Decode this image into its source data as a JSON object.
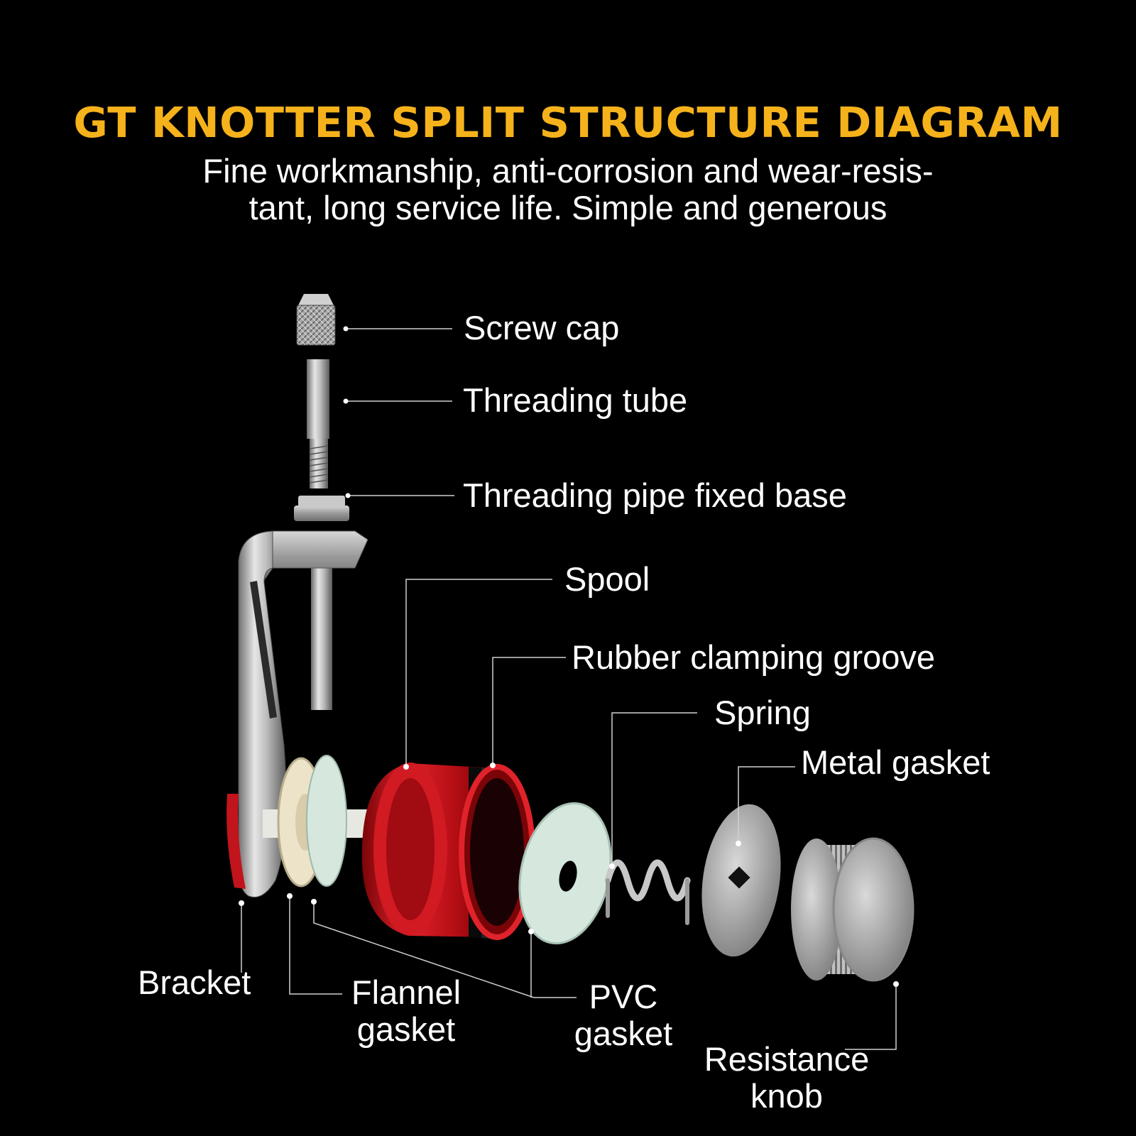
{
  "header": {
    "title": "GT KNOTTER SPLIT STRUCTURE DIAGRAM",
    "subtitle_line1": "Fine workmanship, anti-corrosion and wear-resis-",
    "subtitle_line2": "tant, long service life. Simple and generous"
  },
  "labels": {
    "screw_cap": "Screw cap",
    "threading_tube": "Threading tube",
    "threading_pipe_fixed_base": "Threading pipe fixed base",
    "spool": "Spool",
    "rubber_clamping_groove": "Rubber clamping groove",
    "spring": "Spring",
    "metal_gasket": "Metal gasket",
    "bracket": "Bracket",
    "flannel_gasket_line1": "Flannel",
    "flannel_gasket_line2": "gasket",
    "pvc_gasket_line1": "PVC",
    "pvc_gasket_line2": "gasket",
    "resistance_knob_line1": "Resistance",
    "resistance_knob_line2": "knob"
  },
  "colors": {
    "title": "#f5b21b",
    "background": "#000000",
    "text": "#ffffff",
    "spool_red": "#c8101a",
    "steel": "#b8b8b8",
    "pvc_green": "#d6e8de",
    "flannel_cream": "#ece3c8"
  }
}
